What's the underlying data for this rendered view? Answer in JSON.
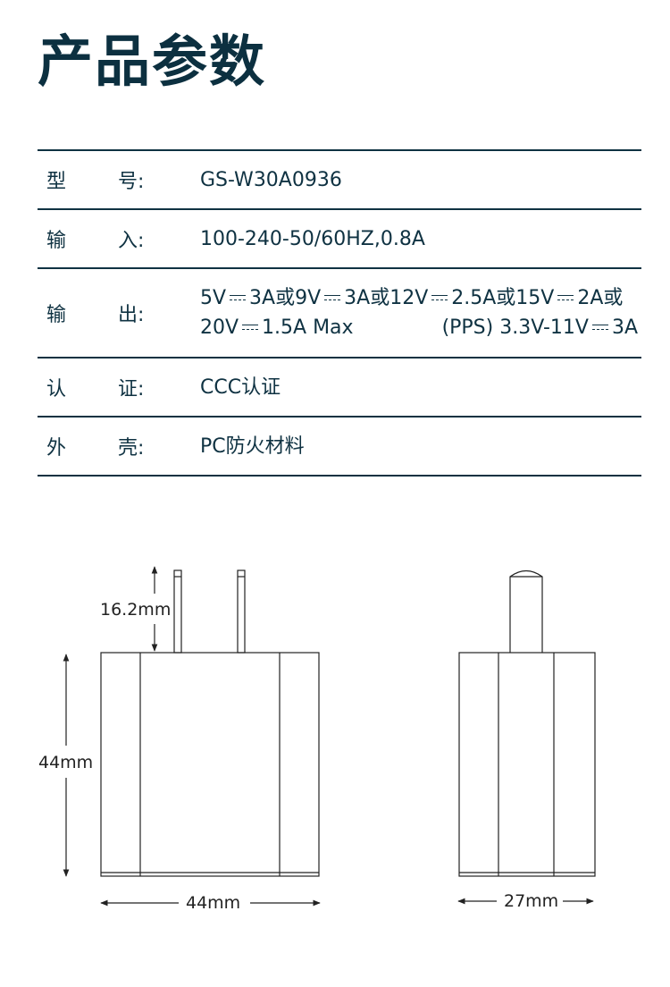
{
  "title": "产品参数",
  "specs": [
    {
      "label1": "型",
      "label2": "号:",
      "value": "GS-W30A0936"
    },
    {
      "label1": "输",
      "label2": "入:",
      "value": "100-240-50/60HZ,0.8A"
    },
    {
      "label1": "输",
      "label2": "出:",
      "output": {
        "p1": "5V",
        "p2": "3A或9V",
        "p3": "3A或12V",
        "p4": "2.5A或15V",
        "p5": "2A或",
        "p6": "20V",
        "p7": "1.5A Max",
        "p8": "(PPS) 3.3V-11V",
        "p9": "3A"
      }
    },
    {
      "label1": "认",
      "label2": "证:",
      "value": "CCC认证"
    },
    {
      "label1": "外",
      "label2": "壳:",
      "value": "PC防火材料"
    }
  ],
  "diagram": {
    "front": {
      "prong_height": "16.2mm",
      "height": "44mm",
      "width": "44mm"
    },
    "side": {
      "width": "27mm"
    }
  }
}
